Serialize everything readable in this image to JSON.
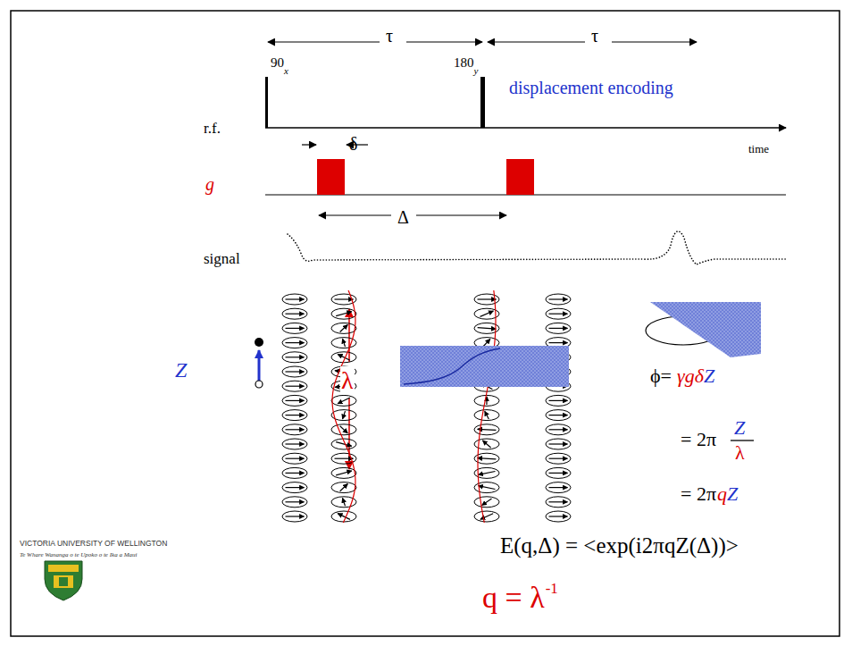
{
  "diagram": {
    "labels": [
      "τ",
      "τ",
      "90",
      "x",
      "180",
      "y",
      "displacement encoding",
      "r.f.",
      "time",
      "δ",
      "g",
      "Δ",
      "signal",
      "Z",
      "λ",
      "ϕ=",
      "γgδ",
      "Z",
      "= 2π",
      "Z",
      "λ",
      "= 2π",
      "q",
      "Z",
      "E(q,Δ) = <exp(i2πqZ(Δ))>",
      "q = λ",
      "-1",
      "VICTORIA UNIVERSITY OF WELLINGTON",
      "Te Whare Wananga o te Upoko o te Ika a Maui"
    ]
  }
}
